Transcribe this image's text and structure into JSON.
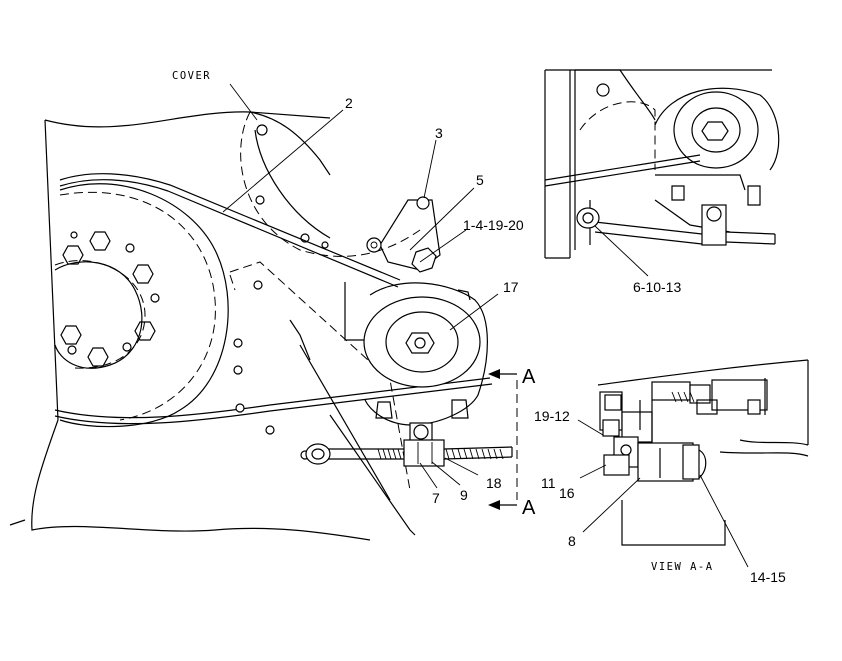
{
  "labels": {
    "cover": "COVER",
    "p2": "2",
    "p3": "3",
    "p5": "5",
    "p1_4_19_20": "1-4-19-20",
    "p17": "17",
    "p7": "7",
    "p9": "9",
    "p18": "18",
    "p6_10_13": "6-10-13",
    "p19_12": "19-12",
    "p11_16_a": "11",
    "p11_16_b": "16",
    "p8": "8",
    "p14_15": "14-15",
    "view": "VIEW  A-A",
    "sectionA_top": "A",
    "sectionA_bottom": "A"
  }
}
